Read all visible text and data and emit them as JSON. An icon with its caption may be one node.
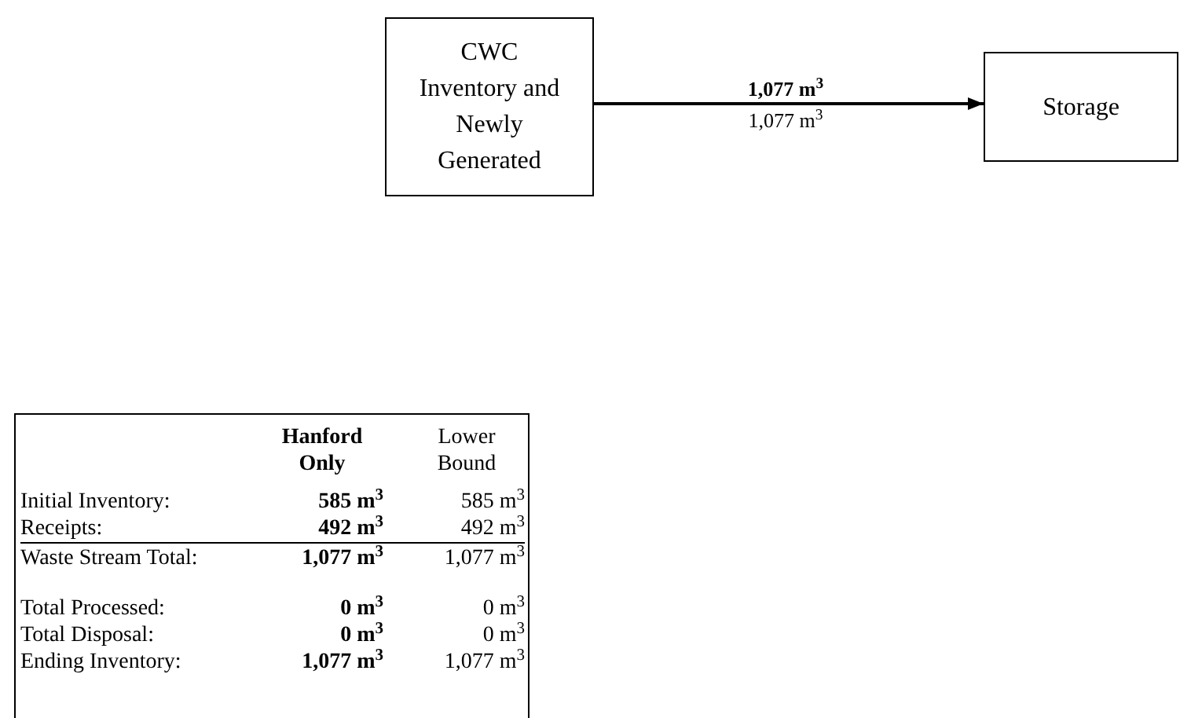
{
  "diagram": {
    "nodes": [
      {
        "text": [
          "CWC Inventory and Newly Generated"
        ]
      },
      {
        "text": [
          "Storage"
        ]
      }
    ],
    "edges": [
      {
        "from": 0,
        "to": 1,
        "arrow": "to",
        "label": "1,077 m$^{3}$"
      }
    ],
    "labels": [
      "1,077 m$^{3}$",
      "Hanford Only",
      "Lower Bound",
      "Initial Inventory:",
      "585 m$^{3}$",
      "585 m$^{3}$",
      "Receipts:",
      "492 m$^{3}$",
      "492 m$^{3}$",
      "Waste Stream Total:",
      "1,077 m$^{3}$",
      "1,077 m$^{3}$",
      "Total Processed:",
      "0 m$^{3}$",
      "0 m$^{3}$",
      "Total Disposal:",
      "0 m$^{3}$",
      "0 m$^{3}$",
      "Ending Inventory:",
      "1,077 m$^{3}$",
      "1,077 m$^{3}$"
    ]
  }
}
